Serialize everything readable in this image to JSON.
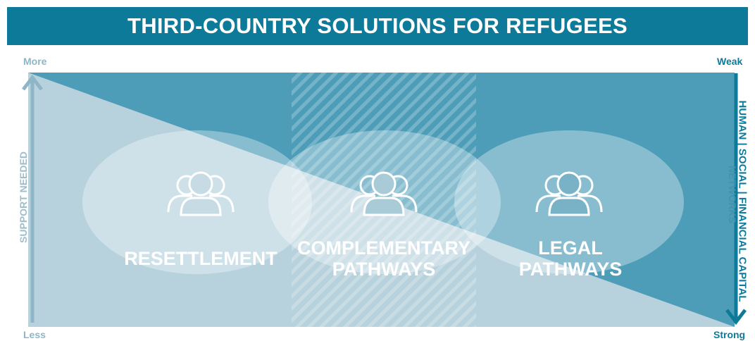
{
  "title": "THIRD-COUNTRY SOLUTIONS FOR REFUGEES",
  "corners": {
    "top_left": "More",
    "bottom_left": "Less",
    "top_right": "Weak",
    "bottom_right": "Strong"
  },
  "axes": {
    "left": "SUPPORT NEEDED",
    "right_main": "HUMAN | SOCIAL | FINANCIAL CAPITAL",
    "right_sub": "NETWORKS"
  },
  "sections": [
    {
      "line1": "RESETTLEMENT",
      "line2": "",
      "icon": "people-group-icon"
    },
    {
      "line1": "COMPLEMENTARY",
      "line2": "PATHWAYS",
      "icon": "people-group-icon"
    },
    {
      "line1": "LEGAL",
      "line2": "PATHWAYS",
      "icon": "people-group-icon"
    }
  ],
  "colors": {
    "banner": "#0e7a99",
    "dark_panel": "#4d9db8",
    "light_triangle": "#b8d2dd",
    "arrow_left": "#8fb6c6",
    "arrow_right": "#0e7a99"
  }
}
